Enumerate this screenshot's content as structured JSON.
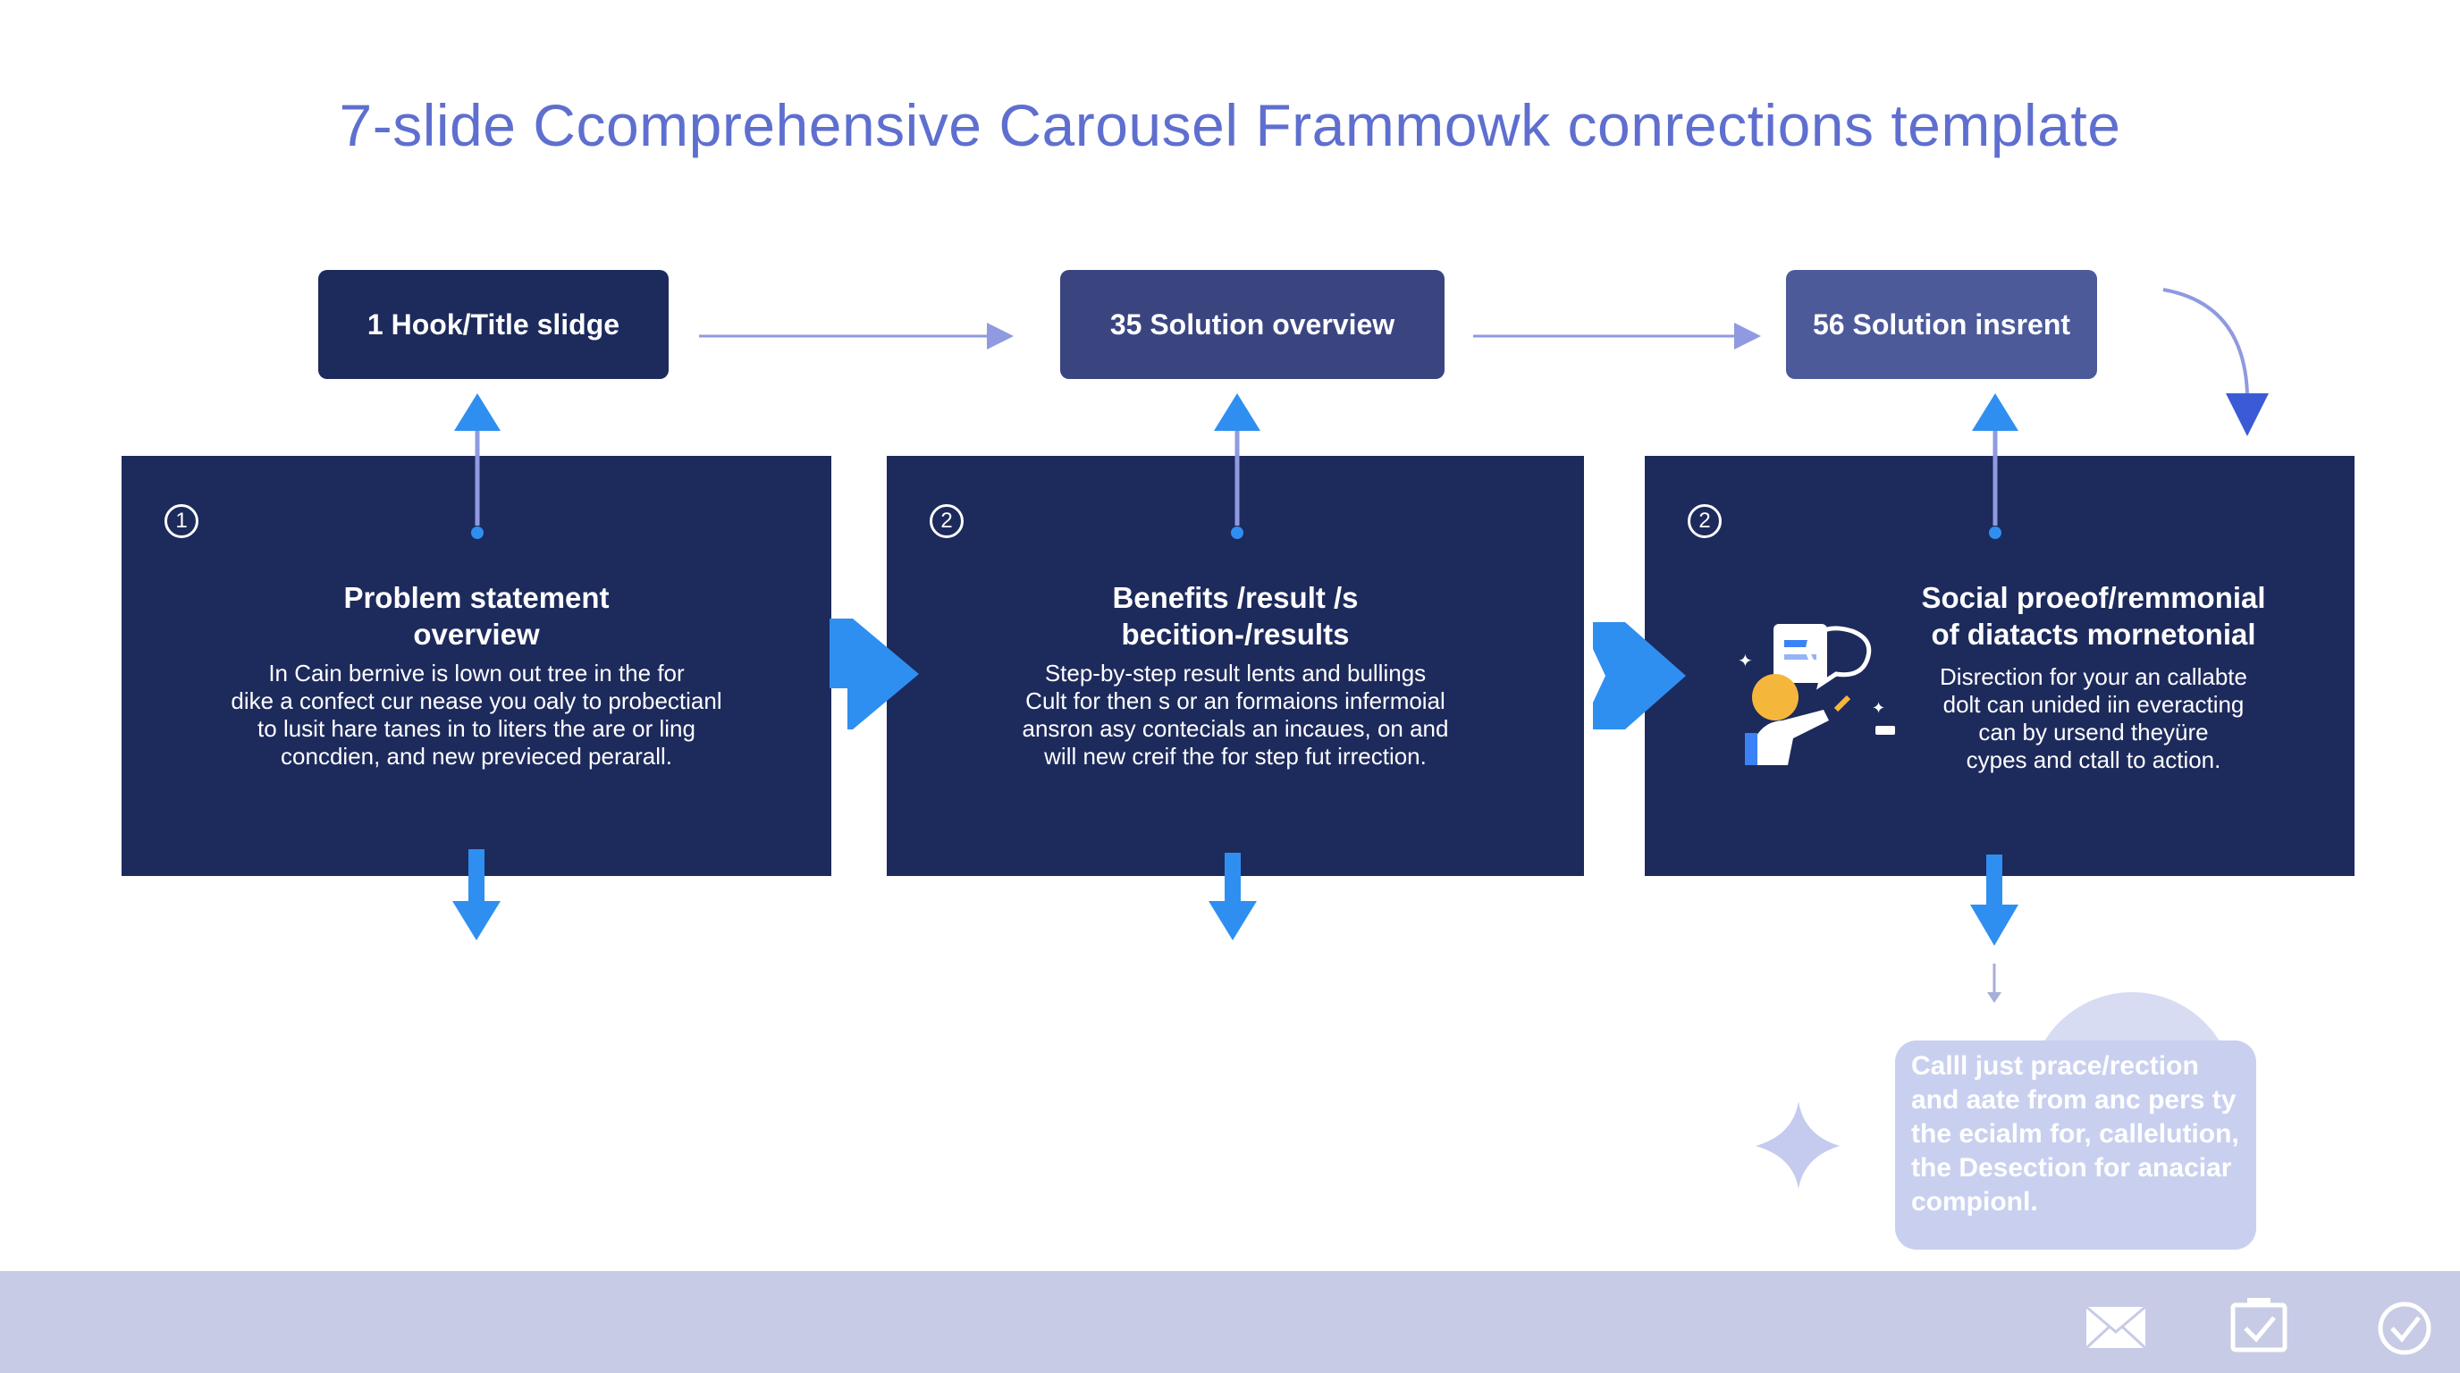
{
  "title": "7-slide Ccomprehensive Carousel Frammowk conrections template",
  "steps": [
    {
      "label": "1 Hook/Title slidge",
      "color": "#1d2a5c"
    },
    {
      "label": "35 Solution overview",
      "color": "#3a4580"
    },
    {
      "label": "56 Solution insrent",
      "color": "#4c5a9a"
    }
  ],
  "cards": [
    {
      "number": "1",
      "title": "Problem statement\noverview",
      "body": "In Cain bernive is lown out tree in the for\ndike a confect cur nease you oaly to probectianl\nto lusit hare tanes in to liters the are or ling\nconcdien, and new previeced perarall."
    },
    {
      "number": "2",
      "title": "Benefits /result /s\nbecition-/results",
      "body": "Step-by-step result lents and bullings\nCult for then s or an formaions infermoial\nansron asy contecials an incaues, on and\nwill new creif the for step fut irrection."
    },
    {
      "number": "2",
      "title": "Social proeof/remmonial\nof diatacts mornetonial",
      "body": "Disrection for your an callabte\ndolt can unided iin everacting\ncan by ursend theyüre\ncypes and ctall to action."
    }
  ],
  "cta": {
    "text": "Calll just prace/rection\nand aate from anc pers ty\nthe ecialm for, callelution,\nthe Desection for anaciar\ncompionl."
  },
  "footer_icons": [
    "envelope-icon",
    "clipboard-check-icon",
    "check-circle-icon"
  ],
  "colors": {
    "title": "#5f6fcf",
    "card": "#1d2a5c",
    "arrow_blue": "#2f8ff0",
    "connector": "#8f9ae0",
    "footer": "#c7cbe6"
  }
}
